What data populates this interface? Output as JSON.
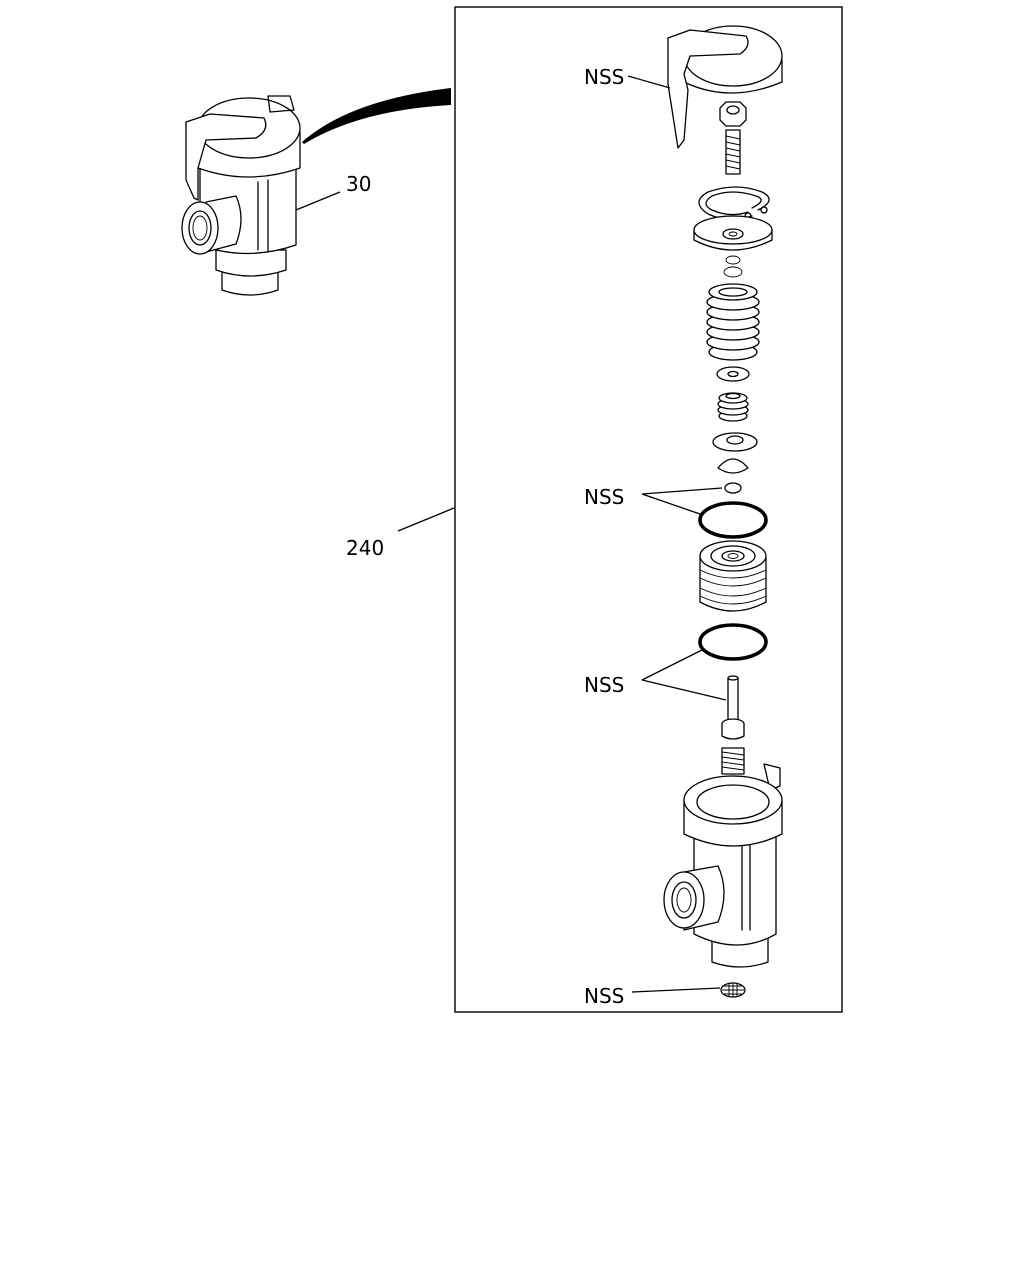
{
  "callouts": {
    "assembly_ref": "30",
    "kit_ref": "240",
    "nss_top": "NSS",
    "nss_orings_upper": "NSS",
    "nss_orings_lower": "NSS",
    "nss_bottom": "NSS"
  },
  "colors": {
    "line": "#000000",
    "background": "#ffffff"
  }
}
